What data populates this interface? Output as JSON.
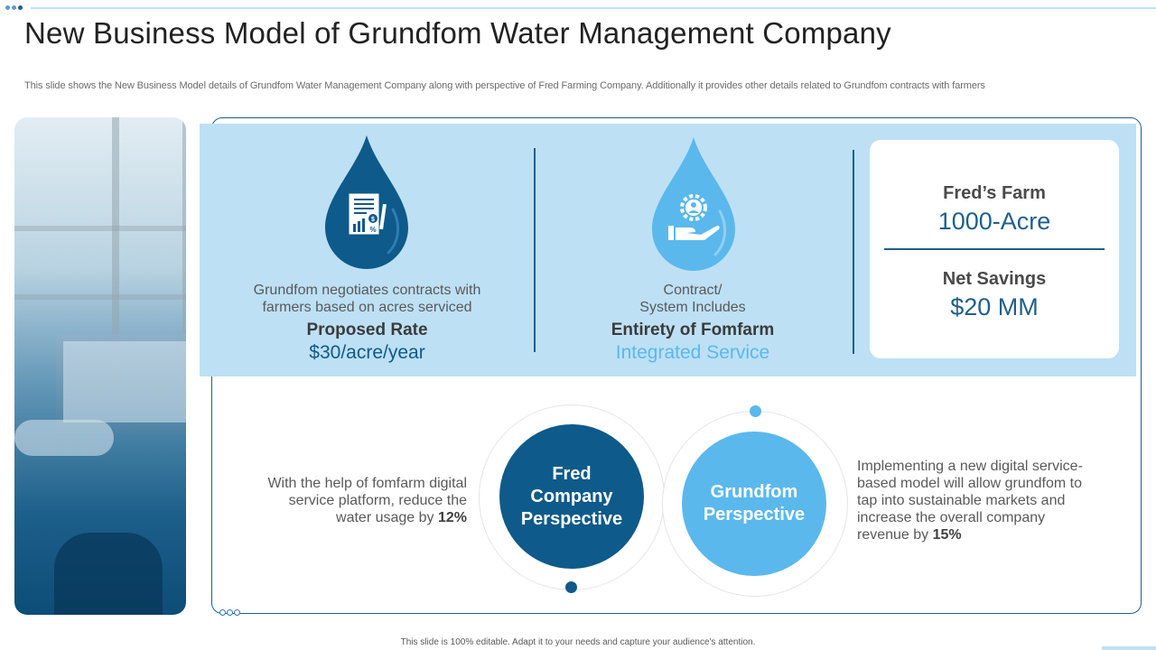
{
  "title": "New Business Model of Grundfom Water Management Company",
  "subtitle": "This slide shows the New Business Model details of Grundfom Water Management Company along with perspective of Fred Farming Company. Additionally it provides other details related to Grundfom contracts with farmers",
  "colors": {
    "dark_blue": "#0e5a8a",
    "light_blue": "#5bb8ec",
    "band": "#bde0f5",
    "line": "#1f5f8b"
  },
  "columns": [
    {
      "icon": "document-chart-icon",
      "desc_line1": "Grundfom negotiates contracts with",
      "desc_line2": "farmers based on acres serviced",
      "bold": "Proposed Rate",
      "value": "$30/acre/year"
    },
    {
      "icon": "hand-gear-person-icon",
      "desc_line1": "Contract/",
      "desc_line2": "System Includes",
      "bold": "Entirety of Fomfarm",
      "value": "Integrated Service"
    }
  ],
  "card": {
    "label1": "Fred’s Farm",
    "value1": "1000-Acre",
    "label2": "Net Savings",
    "value2": "$20 MM"
  },
  "perspectives": {
    "fred": {
      "line1": "Fred",
      "line2": "Company",
      "line3": "Perspective",
      "text_line1": "With the help of fomfarm digital",
      "text_line2": "service platform, reduce the",
      "text_line3_pre": "water usage by ",
      "text_line3_bold": "12%"
    },
    "grundfom": {
      "line1": "Grundfom",
      "line2": "Perspective",
      "text_line1": "Implementing  a new digital service-",
      "text_line2": "based model will allow grundfom to",
      "text_line3": "tap into sustainable markets and",
      "text_line4": "increase the overall company",
      "text_line5_pre": "revenue by ",
      "text_line5_bold": "15%"
    }
  },
  "footer": "This slide is 100% editable.  Adapt it to your needs and capture your audience's attention."
}
